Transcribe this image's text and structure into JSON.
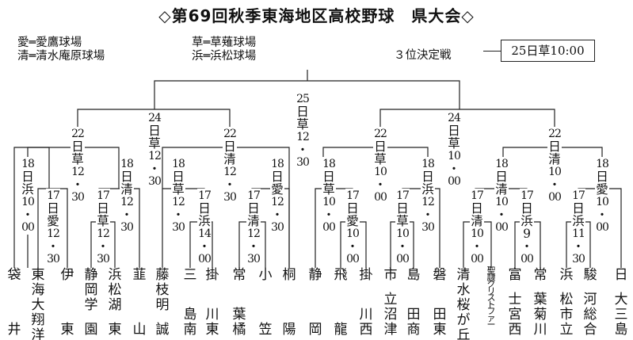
{
  "title": "◇第69回秋季東海地区高校野球　県大会◇",
  "legend": {
    "ai": "愛═愛鷹球場",
    "kiyo": "清═清水庵原球場",
    "kusa": "草═草薙球場",
    "hama": "浜═浜松球場"
  },
  "third_place": {
    "label": "３位決定戦",
    "schedule": "25日草10:00"
  },
  "final": "25日草12・30",
  "semifinals": [
    "24日草12・30",
    "24日草10・00"
  ],
  "quarterfinals": [
    "22日草12・30",
    "22日清12・30",
    "22日草10・00",
    "22日清10・00"
  ],
  "round2": [
    "18日浜10・00",
    "18日清12・30",
    "18日草12・30",
    "18日愛12・30",
    "18日草10・00",
    "18日浜12・30",
    "18日清10・00",
    "18日愛10・00"
  ],
  "round1": [
    "17日愛12・30",
    "17日草12・30",
    "17日浜14・00",
    "17日清12・30",
    "17日愛10・00",
    "17日草10・00",
    "17日清10・00",
    "17日浜9・00",
    "17日浜11・30"
  ],
  "teams": [
    {
      "top": "袋",
      "bottom": "井"
    },
    {
      "top": "東海大翔",
      "bottom": "洋"
    },
    {
      "top": "伊",
      "bottom": "東"
    },
    {
      "top": "静岡学",
      "bottom": "園"
    },
    {
      "top": "浜松湖",
      "bottom": "東"
    },
    {
      "top": "韮",
      "bottom": "山"
    },
    {
      "top": "藤枝明",
      "bottom": "誠"
    },
    {
      "top": "三",
      "bottom": "島南"
    },
    {
      "top": "掛",
      "bottom": "川東"
    },
    {
      "top": "常",
      "bottom": "葉橘"
    },
    {
      "top": "小",
      "bottom": "笠"
    },
    {
      "top": "桐",
      "bottom": "陽"
    },
    {
      "top": "静",
      "bottom": "岡"
    },
    {
      "top": "飛",
      "bottom": "龍"
    },
    {
      "top": "掛",
      "bottom": "川西"
    },
    {
      "top": "市",
      "bottom": "立沼津"
    },
    {
      "top": "島",
      "bottom": "田商"
    },
    {
      "top": "磐",
      "bottom": "田東"
    },
    {
      "top": "清",
      "bottom": "水桜が丘"
    },
    {
      "top": "聖隷クリストファー",
      "bottom": ""
    },
    {
      "top": "富",
      "bottom": "士宮西"
    },
    {
      "top": "常",
      "bottom": "葉菊川"
    },
    {
      "top": "浜",
      "bottom": "松市立"
    },
    {
      "top": "駿",
      "bottom": "河総合"
    },
    {
      "top": "日",
      "bottom": "大三島"
    }
  ]
}
